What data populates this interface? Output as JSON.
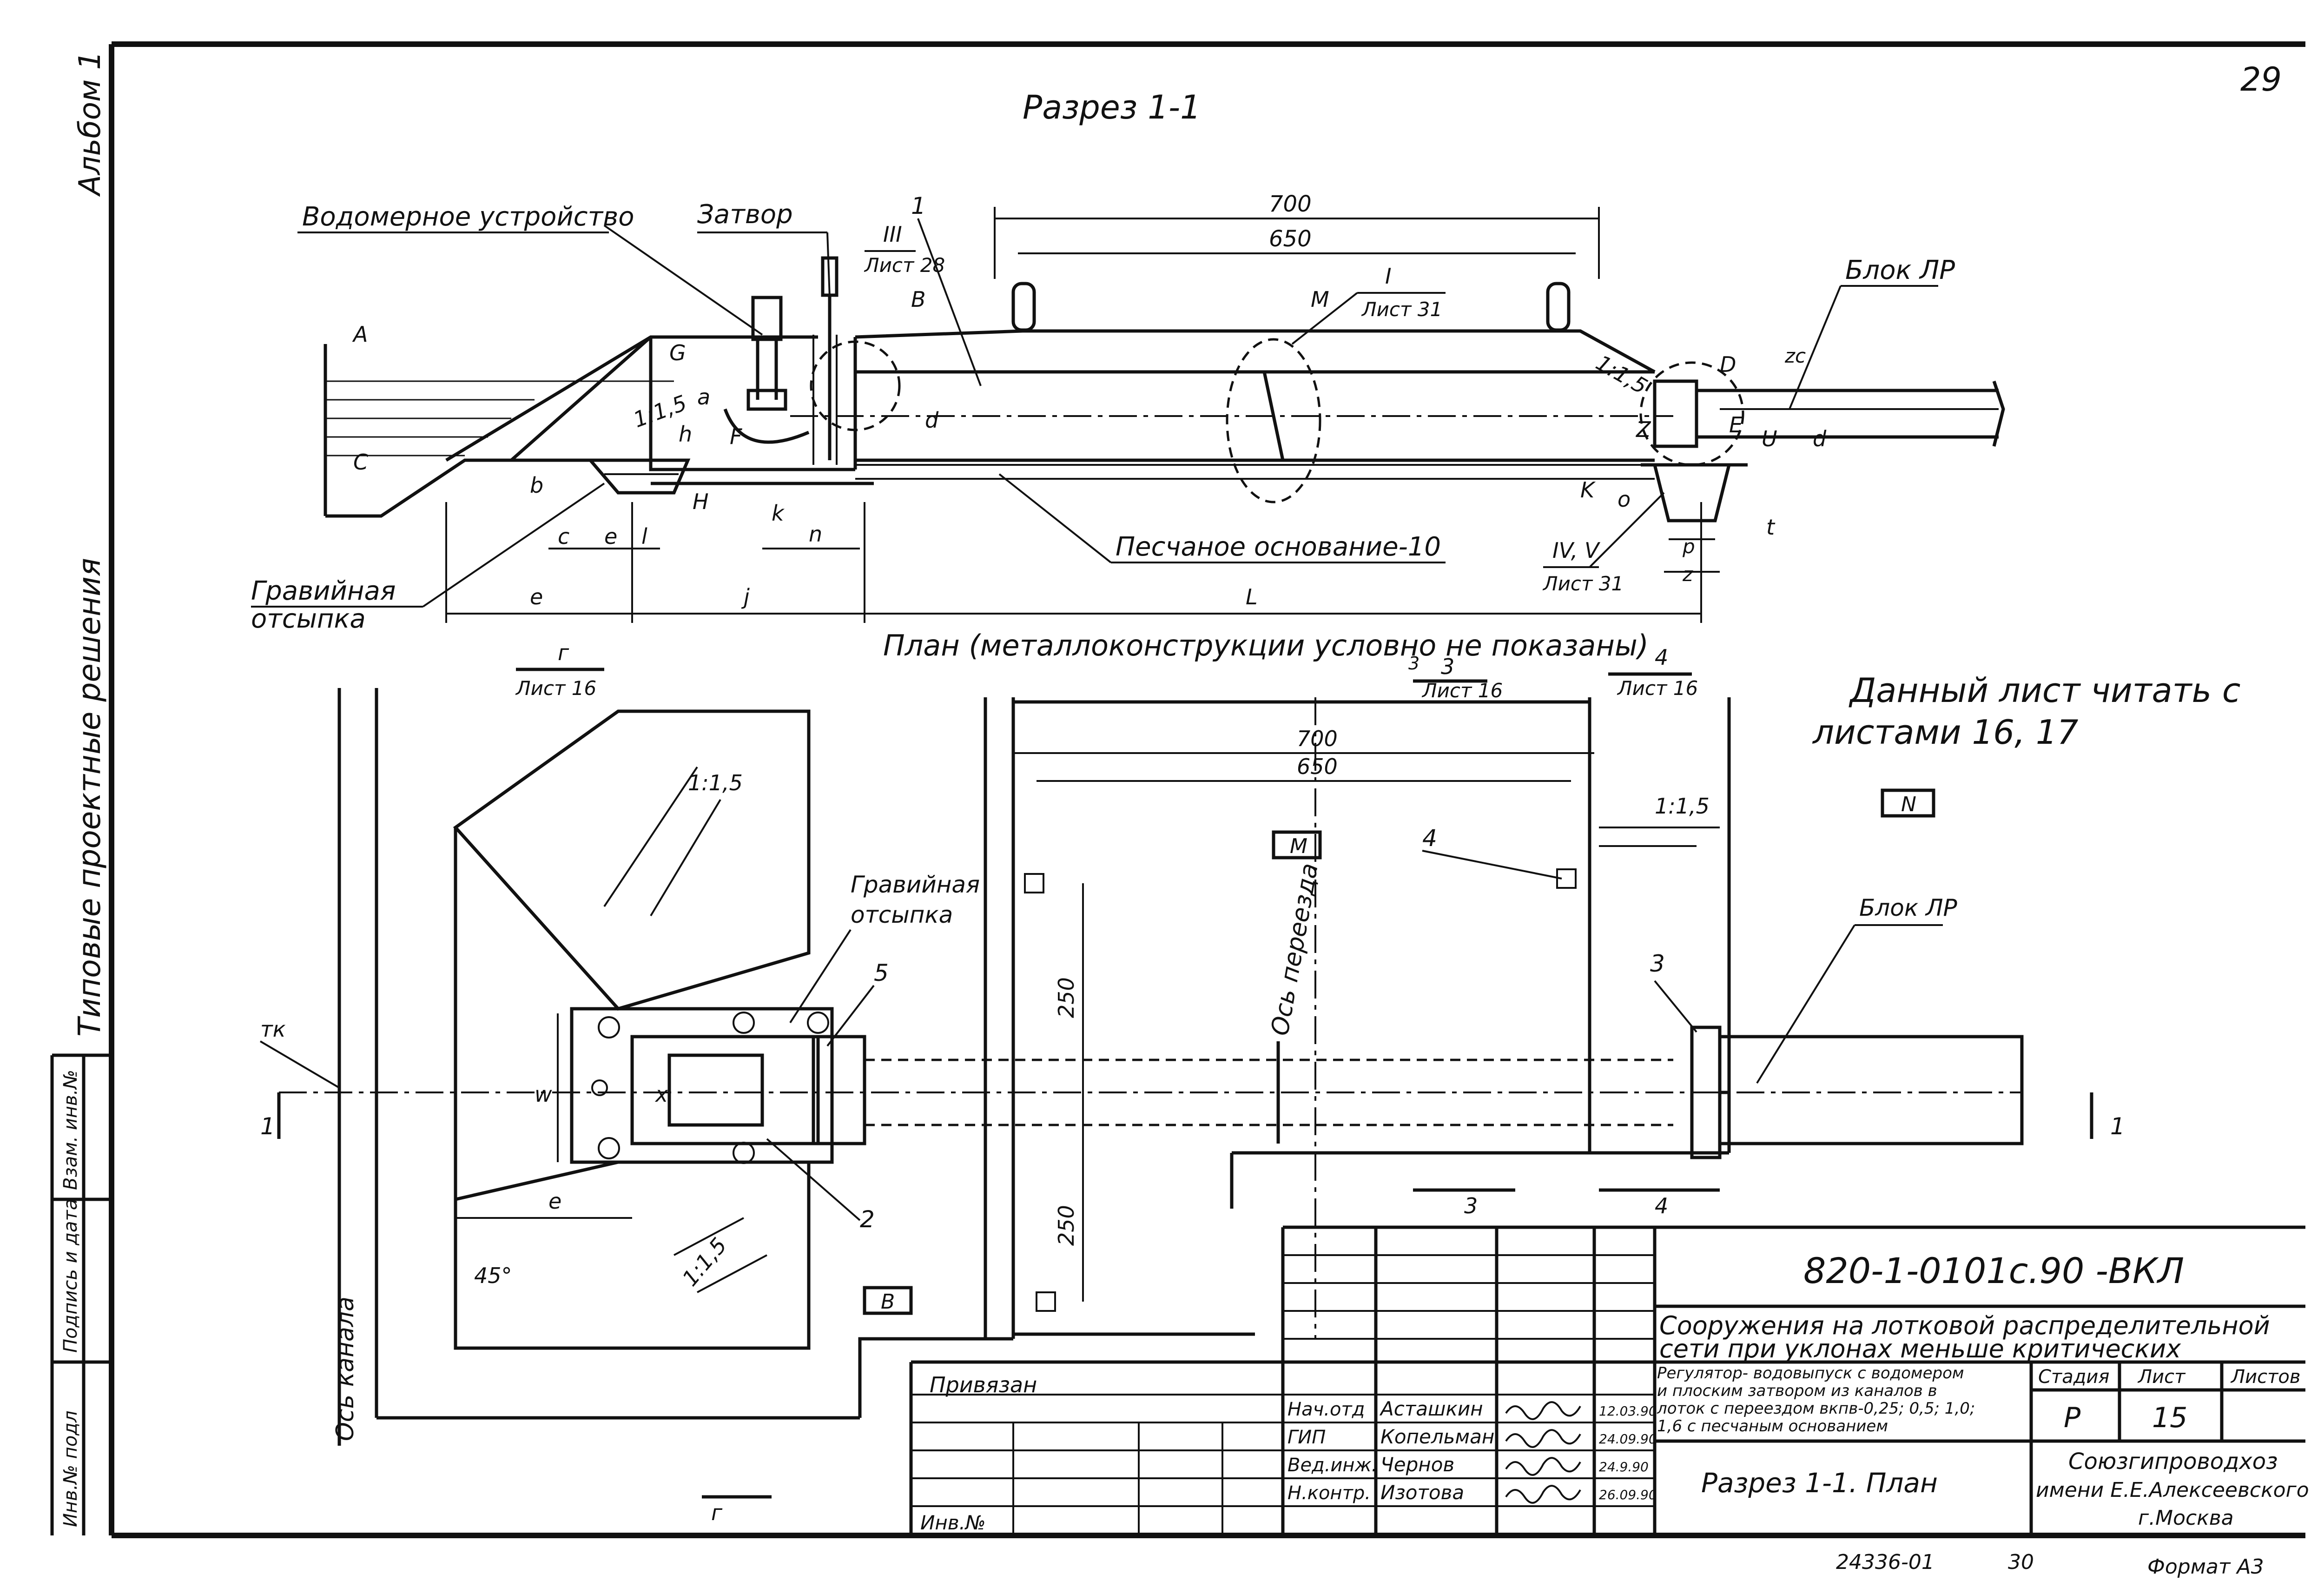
{
  "sheet_number": "29",
  "side_strip": {
    "album": "Альбом 1",
    "series": "Типовые проектные решения",
    "cells": [
      "Взам. инв.№",
      "Подпись и дата",
      "Инв.№ подл"
    ]
  },
  "section": {
    "title": "Разрез 1-1",
    "labels": {
      "water_meter": "Водомерное устройство",
      "gate": "Затвор",
      "gravel": "Гравийная",
      "gravel2": "отсыпка",
      "sand_base": "Песчаное основание-10",
      "block": "Блок ЛР",
      "dim_700": "700",
      "dim_650": "650",
      "slope_1": "1:1,5",
      "slope_2": "1:1,5",
      "callout_1": "1",
      "sheet_ref_III": "III",
      "sheet_ref_III_sub": "Лист 28",
      "sheet_ref_I": "I",
      "sheet_ref_I_sub": "Лист 31",
      "sheet_ref_IV": "IV, V",
      "sheet_ref_IV_sub": "Лист 31",
      "letters": [
        "A",
        "C",
        "B",
        "G",
        "F",
        "H",
        "c",
        "e",
        "l",
        "e",
        "j",
        "L",
        "n",
        "h",
        "a",
        "b",
        "k",
        "d",
        "M",
        "D",
        "E",
        "U",
        "zc",
        "t",
        "o",
        "p",
        "z",
        "K",
        "Z",
        "d"
      ]
    }
  },
  "plan": {
    "title": "План (металлоконструкции условно не показаны)",
    "title_sub": "3",
    "refs": {
      "g_top": "г",
      "g_top_sub": "Лист 16",
      "r3_top": "3",
      "r3_top_sub": "Лист 16",
      "r4_top": "4",
      "r4_top_sub": "Лист 16",
      "g_bottom": "г",
      "r3_bottom": "3",
      "r4_bottom": "4",
      "sec_left": "1",
      "sec_right": "1",
      "tk": "тк"
    },
    "labels": {
      "dim_700": "700",
      "dim_650": "650",
      "dim_250a": "250",
      "dim_250b": "250",
      "slope_a": "1:1,5",
      "slope_b": "1:1,5",
      "slope_c": "1:1,5",
      "angle": "45°",
      "gravel": "Гравийная",
      "gravel2": "отсыпка",
      "block": "Блок ЛР",
      "crossing_axis": "Ось переезда",
      "canal_axis": "Ось канала",
      "box_M": "M",
      "box_B": "B",
      "box_N": "N",
      "callout_2": "2",
      "callout_3": "3",
      "callout_4": "4",
      "callout_5": "5",
      "dim_w": "w",
      "dim_x": "x",
      "dim_e": "e"
    }
  },
  "note": {
    "line1": "Данный лист читать с",
    "line2": "листами 16, 17"
  },
  "title_block": {
    "code": "820-1-0101с.90  -ВКЛ",
    "title_line1": "Сооружения на лотковой распределительной",
    "title_line2": "сети при уклонах меньше критических",
    "desc_lines": [
      "Регулятор- водовыпуск с водомером",
      "и плоским затвором из каналов в",
      "лоток с переездом вкпв-0,25; 0,5; 1,0;",
      "1,6 с песчаным основанием"
    ],
    "stage_hdr": "Стадия",
    "sheet_hdr": "Лист",
    "sheets_hdr": "Листов",
    "stage": "Р",
    "sheet": "15",
    "drawing_name": "Разрез 1-1. План",
    "org_line1": "Союзгипроводхоз",
    "org_line2": "имени Е.Е.Алексеевского",
    "org_line3": "г.Москва",
    "bound": "Привязан",
    "inv": "Инв.№",
    "people": [
      {
        "role": "Нач.отд",
        "name": "Асташкин",
        "date": "12.03.90"
      },
      {
        "role": "ГИП",
        "name": "Копельман",
        "date": "24.09.90"
      },
      {
        "role": "Вед.инж.",
        "name": "Чернов",
        "date": "24.9.90"
      },
      {
        "role": "Н.контр.",
        "name": "Изотова",
        "date": "26.09.90"
      }
    ]
  },
  "footer": {
    "number": "24336-01",
    "copy": "30",
    "format": "Формат А3"
  }
}
